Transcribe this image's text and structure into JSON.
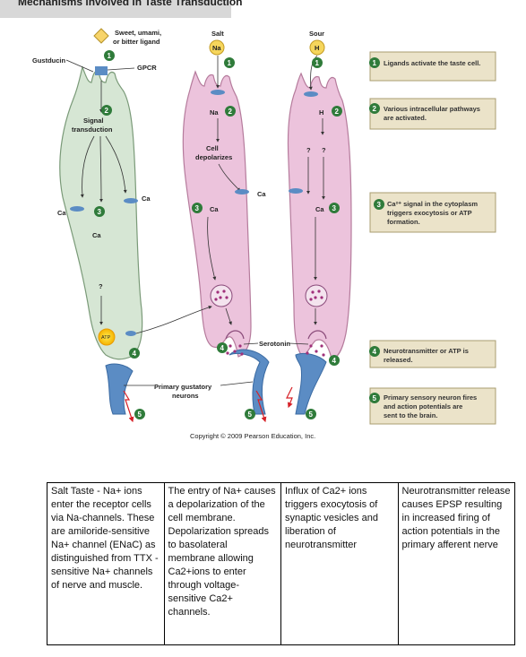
{
  "header": {
    "title": "Mechanisms involved in Taste Transduction"
  },
  "diagram": {
    "labels": {
      "ligand_sweet": "Sweet, umami,",
      "ligand_sweet2": "or bitter ligand",
      "salt": "Salt",
      "sour": "Sour",
      "na_ion": "Na",
      "h_ion": "H",
      "gustducin": "Gustducin",
      "gpcr": "GPCR",
      "signal": "Signal",
      "transduction": "transduction",
      "na_in": "Na",
      "h_in": "H",
      "cell": "Cell",
      "depolarizes": "depolarizes",
      "ca_a": "Ca",
      "ca_b": "Ca",
      "ca_c": "Ca",
      "ca_d": "Ca",
      "ca_e": "Ca",
      "ca_f": "Ca",
      "q1": "?",
      "q2": "?",
      "q3": "?",
      "atp": "ATP",
      "serotonin": "Serotonin",
      "primary_gustatory": "Primary gustatory",
      "neurons": "neurons",
      "copyright": "Copyright © 2009 Pearson Education, Inc."
    },
    "steps": [
      {
        "n": "1",
        "line1": "Ligands activate the taste cell.",
        "line2": "",
        "line3": ""
      },
      {
        "n": "2",
        "line1": "Various intracellular pathways",
        "line2": "are activated.",
        "line3": ""
      },
      {
        "n": "3",
        "line1": "Ca²⁺ signal in the cytoplasm",
        "line2": "triggers exocytosis or ATP",
        "line3": "formation."
      },
      {
        "n": "4",
        "line1": "Neurotransmitter or ATP is",
        "line2": "released.",
        "line3": ""
      },
      {
        "n": "5",
        "line1": "Primary sensory neuron fires",
        "line2": "and action potentials are",
        "line3": "sent to the brain."
      }
    ],
    "colors": {
      "green_cell": "#d6e6d4",
      "pink_cell": "#ecc3dc",
      "step_box": "#ebe3c9",
      "badge": "#2f7b3a",
      "neuron": "#5b8cc4",
      "arrow_red": "#d62027"
    }
  },
  "notes": {
    "col1": "Salt Taste - Na+ ions enter the receptor cells via Na-channels. These are amiloride-sensitive Na+ channel (ENaC) as distinguished from TTX -sensitive Na+ channels of nerve and muscle.",
    "col2": "The entry of Na+ causes a depolarization of the cell membrane. Depolarization spreads to basolateral membrane allowing Ca2+ions to enter through voltage-sensitive Ca2+ channels.",
    "col3": "Influx of Ca2+ ions triggers exocytosis of synaptic vesicles and liberation of neurotransmitter",
    "col4": "Neurotransmitter release causes EPSP resulting in increased firing of action potentials in the primary afferent nerve"
  }
}
